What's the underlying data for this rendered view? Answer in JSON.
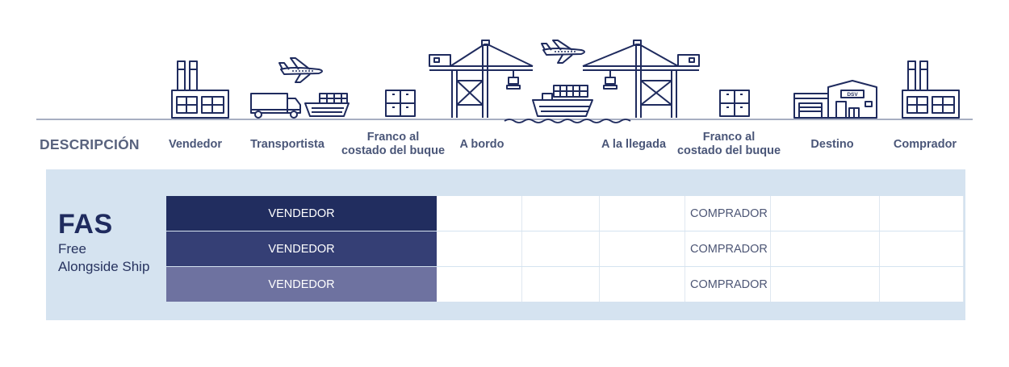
{
  "header": {
    "description_label": "DESCRIPCIÓN",
    "columns": [
      {
        "label": "Vendedor"
      },
      {
        "label": "Transportista"
      },
      {
        "label": "Franco al\ncostado del buque"
      },
      {
        "label": "A bordo"
      },
      {
        "label": "A la llegada"
      },
      {
        "label": "Franco al\ncostado del buque"
      },
      {
        "label": "Destino"
      },
      {
        "label": "Comprador"
      }
    ]
  },
  "illustration": {
    "icons": [
      "factory-icon",
      "airplane-icon",
      "truck-icon",
      "cargo-ship-icon",
      "boxes-icon",
      "crane-icon",
      "airplane-icon",
      "container-ship-icon",
      "crane-icon",
      "boxes-icon",
      "warehouse-icon",
      "factory-icon"
    ],
    "warehouse_sign": "DSV",
    "line_color": "#1f2b5e"
  },
  "term": {
    "code": "FAS",
    "name_line1": "Free",
    "name_line2": "Alongside Ship"
  },
  "rows": [
    {
      "seller_label": "VENDEDOR",
      "buyer_label": "COMPRADOR",
      "color": "#212d5f"
    },
    {
      "seller_label": "VENDEDOR",
      "buyer_label": "COMPRADOR",
      "color": "#353f75"
    },
    {
      "seller_label": "VENDEDOR",
      "buyer_label": "COMPRADOR",
      "color": "#6e72a0"
    }
  ],
  "colors": {
    "panel_background": "#d5e3f0",
    "navy": "#1f2b5e"
  }
}
